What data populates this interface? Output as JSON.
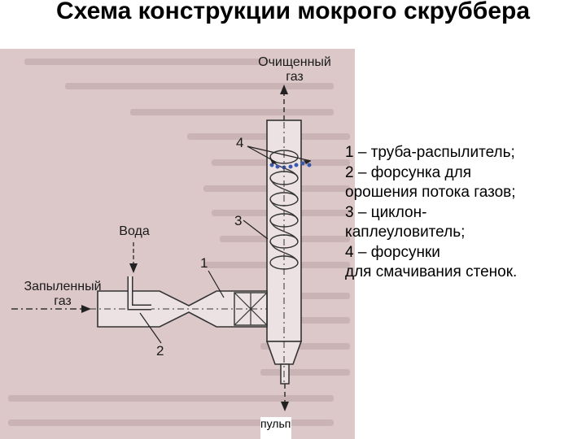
{
  "title": "Схема конструкции мокрого скруббера",
  "labels": {
    "clean_gas": [
      "Очищенный",
      "газ"
    ],
    "water": "Вода",
    "dusty_gas": [
      "Запыленный",
      "газ"
    ],
    "pulp": "пульпа"
  },
  "callouts": {
    "n1": "1",
    "n2": "2",
    "n3": "3",
    "n4": "4"
  },
  "legend": [
    "1 – труба-распылитель;",
    "2 – форсунка для",
    "орошения потока газов;",
    "3 – циклон-",
    "каплеуловитель;",
    "4 – форсунки",
    "для смачивания стенок."
  ],
  "colors": {
    "photo_background": "#dcc7c9",
    "nozzle_dots": "#3a5ab0"
  }
}
